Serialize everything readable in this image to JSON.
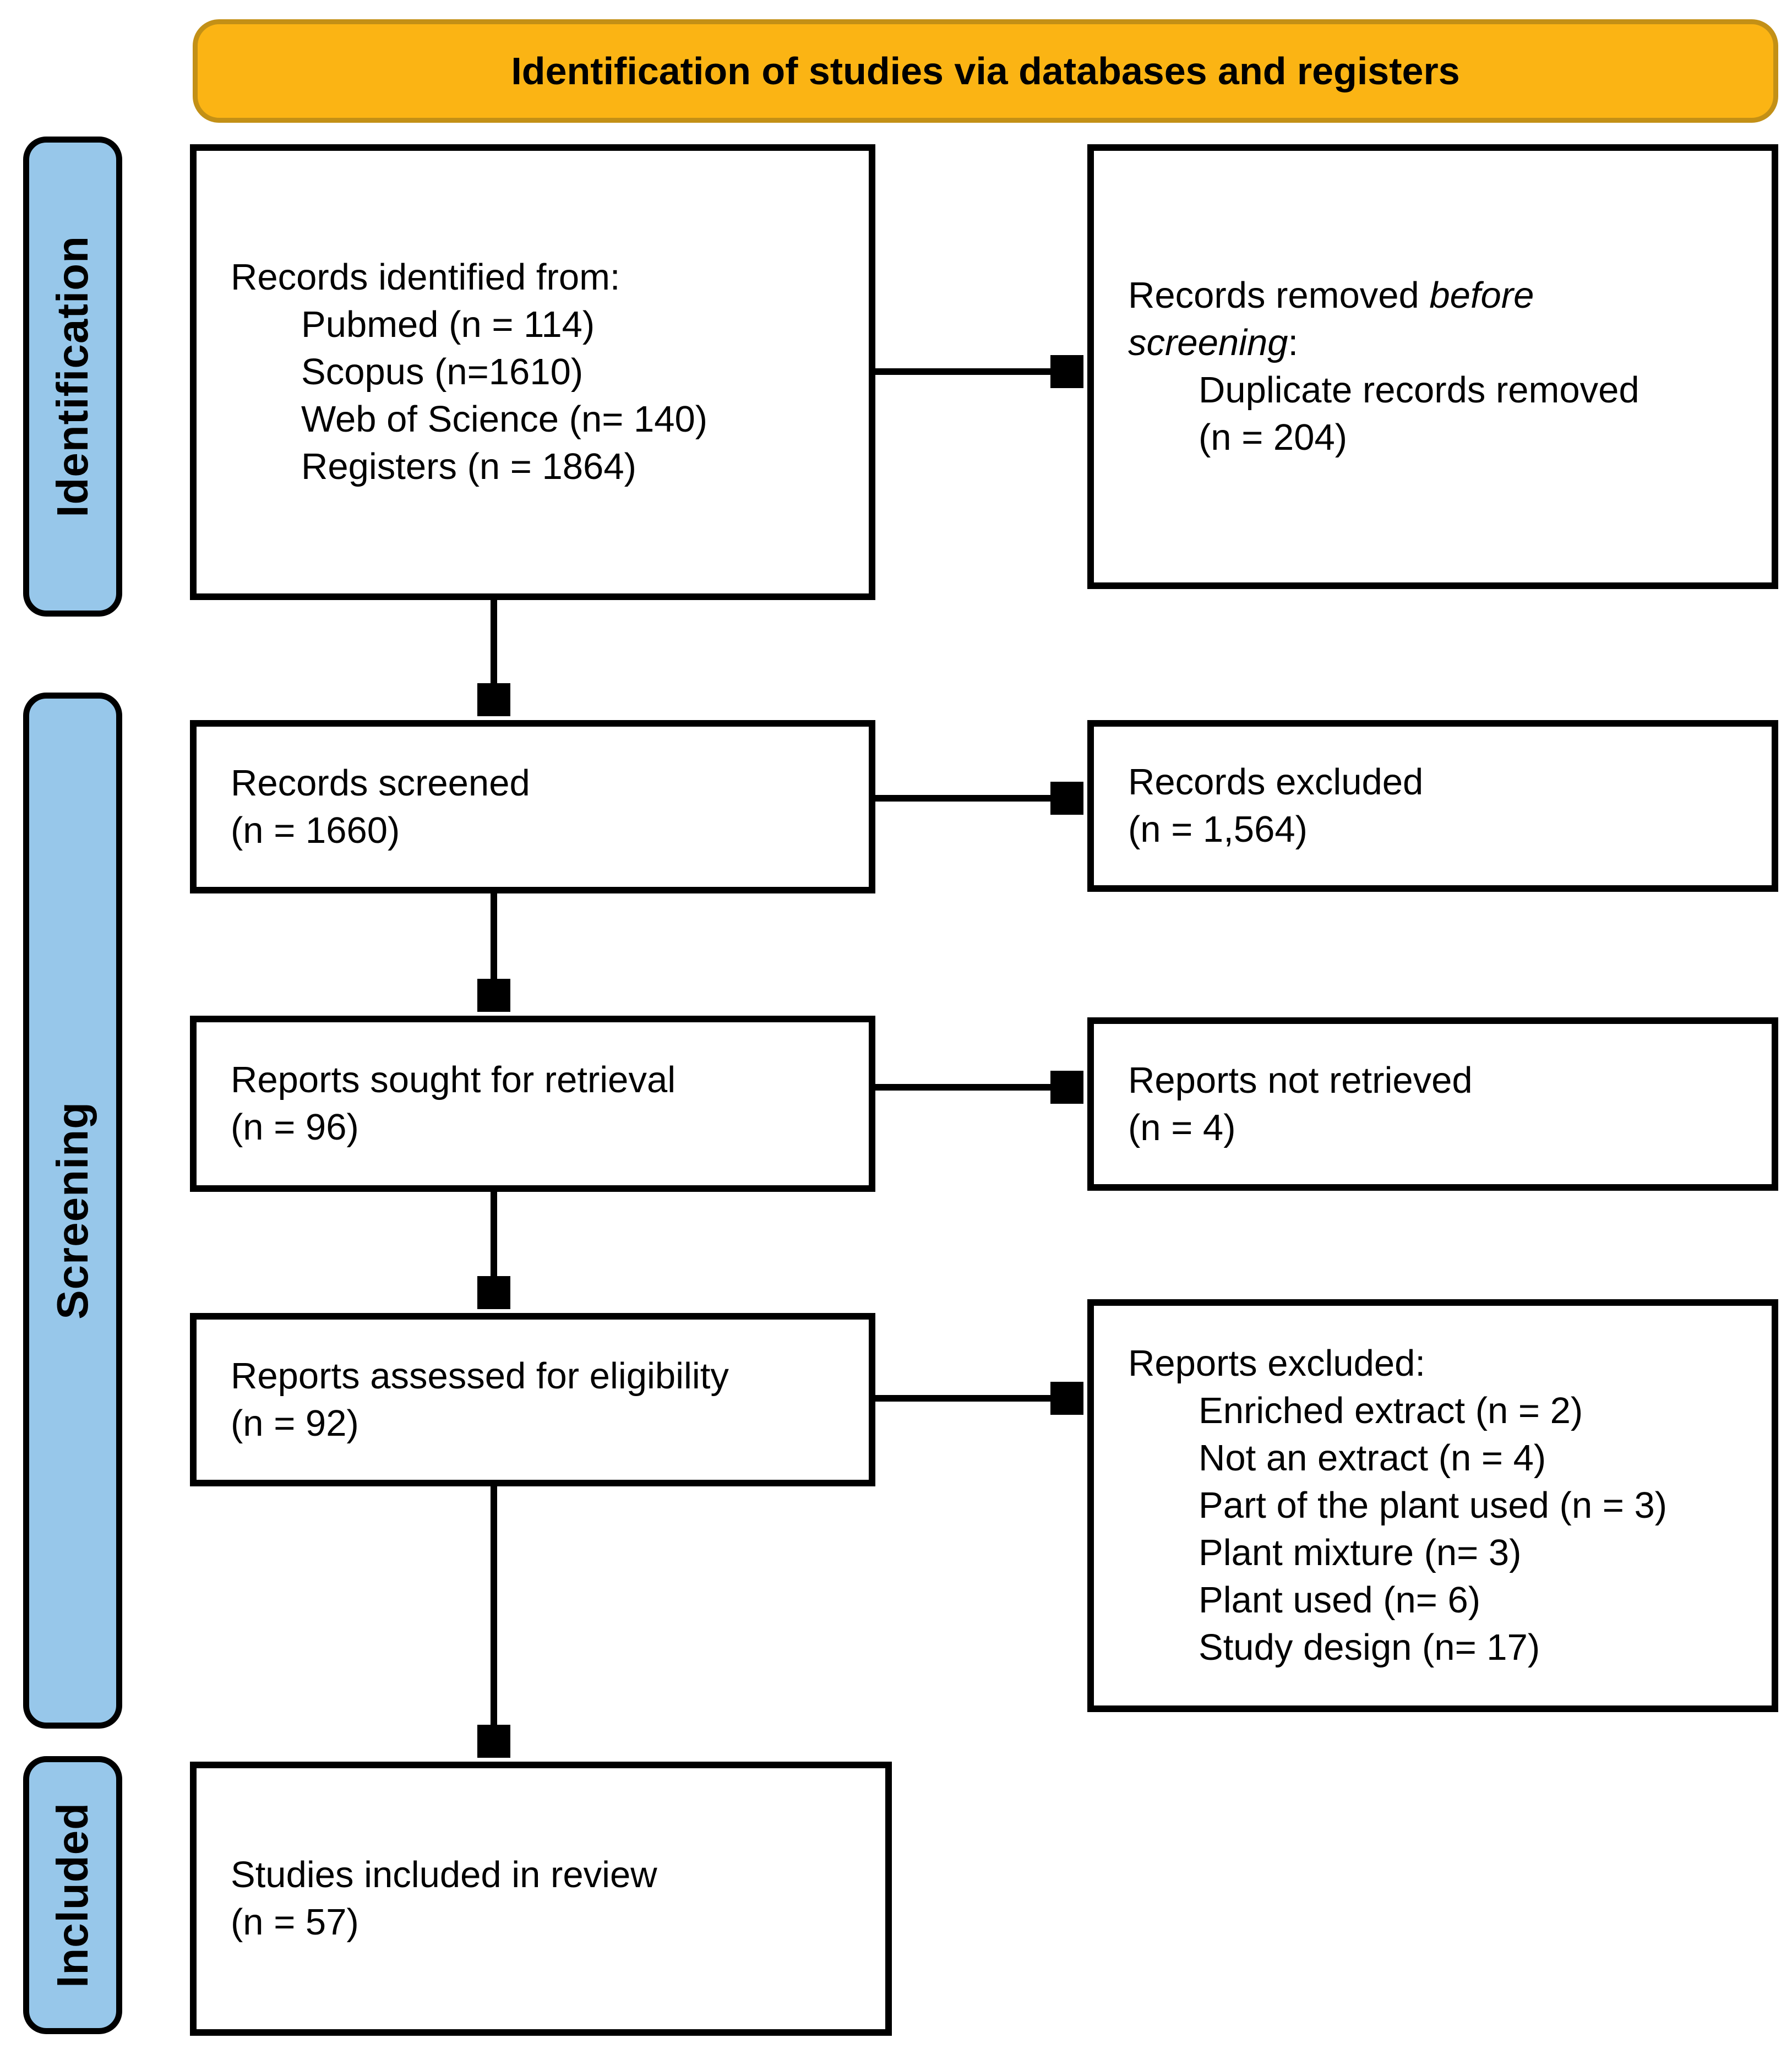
{
  "diagram": {
    "title": "Identification of studies via databases and registers",
    "colors": {
      "banner_fill": "#FBB414",
      "banner_border": "#C39016",
      "stage_fill": "#97C7EA",
      "text": "#000000"
    },
    "stages": [
      {
        "id": "identification",
        "label": "Identification"
      },
      {
        "id": "screening",
        "label": "Screening"
      },
      {
        "id": "included",
        "label": "Included"
      }
    ],
    "boxes": {
      "records_identified": {
        "lines": [
          {
            "ind": 0,
            "seg": [
              {
                "t": "Records identified from:"
              }
            ]
          },
          {
            "ind": 1,
            "seg": [
              {
                "t": "Pubmed (n = 114)"
              }
            ]
          },
          {
            "ind": 1,
            "seg": [
              {
                "t": "Scopus (n=1610)"
              }
            ]
          },
          {
            "ind": 1,
            "seg": [
              {
                "t": "Web of Science (n= 140)"
              }
            ]
          },
          {
            "ind": 1,
            "seg": [
              {
                "t": "Registers (n = 1864)"
              }
            ]
          }
        ]
      },
      "records_removed": {
        "lines": [
          {
            "ind": 0,
            "seg": [
              {
                "t": "Records removed "
              },
              {
                "t": "before",
                "i": 1
              }
            ]
          },
          {
            "ind": 0,
            "seg": [
              {
                "t": "screening",
                "i": 1
              },
              {
                "t": ":"
              }
            ]
          },
          {
            "ind": 1,
            "seg": [
              {
                "t": "Duplicate records removed"
              }
            ]
          },
          {
            "ind": 1,
            "seg": [
              {
                "t": "(n = 204)"
              }
            ]
          }
        ]
      },
      "records_screened": {
        "lines": [
          {
            "ind": 0,
            "seg": [
              {
                "t": "Records screened"
              }
            ]
          },
          {
            "ind": 0,
            "seg": [
              {
                "t": "(n = 1660)"
              }
            ]
          }
        ]
      },
      "records_excluded": {
        "lines": [
          {
            "ind": 0,
            "seg": [
              {
                "t": "Records excluded"
              }
            ]
          },
          {
            "ind": 0,
            "seg": [
              {
                "t": "(n = 1,564)"
              }
            ]
          }
        ]
      },
      "reports_sought": {
        "lines": [
          {
            "ind": 0,
            "seg": [
              {
                "t": "Reports sought for retrieval"
              }
            ]
          },
          {
            "ind": 0,
            "seg": [
              {
                "t": "(n = 96)"
              }
            ]
          }
        ]
      },
      "reports_not_retrieved": {
        "lines": [
          {
            "ind": 0,
            "seg": [
              {
                "t": "Reports not retrieved"
              }
            ]
          },
          {
            "ind": 0,
            "seg": [
              {
                "t": "(n = 4)"
              }
            ]
          }
        ]
      },
      "reports_assessed": {
        "lines": [
          {
            "ind": 0,
            "seg": [
              {
                "t": "Reports assessed for eligibility"
              }
            ]
          },
          {
            "ind": 0,
            "seg": [
              {
                "t": "(n = 92)"
              }
            ]
          }
        ]
      },
      "reports_excluded": {
        "lines": [
          {
            "ind": 0,
            "seg": [
              {
                "t": "Reports excluded:"
              }
            ]
          },
          {
            "ind": 1,
            "seg": [
              {
                "t": "Enriched extract (n = 2)"
              }
            ]
          },
          {
            "ind": 1,
            "seg": [
              {
                "t": "Not an extract (n = 4)"
              }
            ]
          },
          {
            "ind": 1,
            "seg": [
              {
                "t": "Part of the plant used (n = 3)"
              }
            ]
          },
          {
            "ind": 1,
            "seg": [
              {
                "t": "Plant mixture (n= 3)"
              }
            ]
          },
          {
            "ind": 1,
            "seg": [
              {
                "t": "Plant used (n= 6)"
              }
            ]
          },
          {
            "ind": 1,
            "seg": [
              {
                "t": "Study design (n= 17)"
              }
            ]
          }
        ]
      },
      "studies_included": {
        "lines": [
          {
            "ind": 0,
            "seg": [
              {
                "t": "Studies included in review"
              }
            ]
          },
          {
            "ind": 0,
            "seg": [
              {
                "t": "(n = 57)"
              }
            ]
          }
        ]
      }
    }
  }
}
